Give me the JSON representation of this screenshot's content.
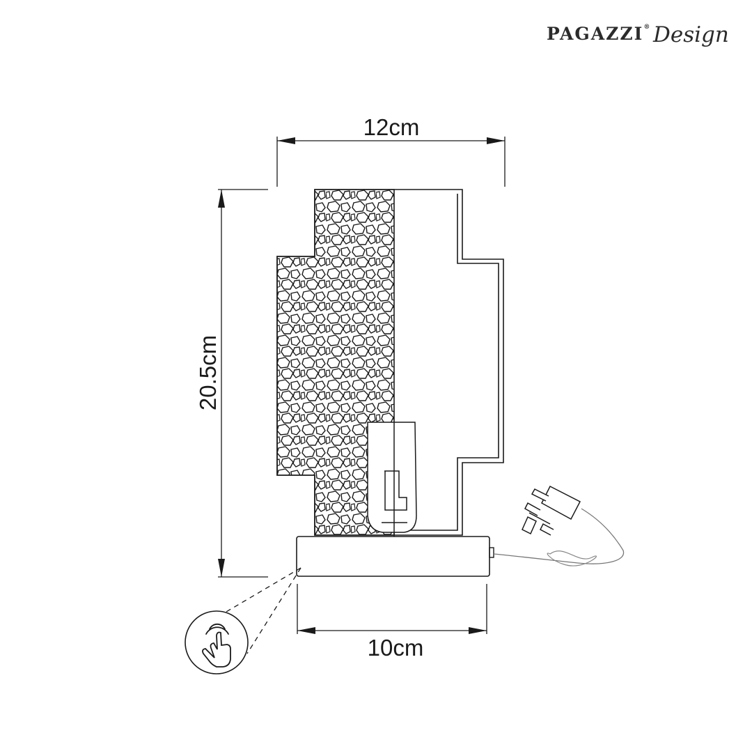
{
  "brand": {
    "name": "PAGAZZI",
    "trademark": "®",
    "script": "Design"
  },
  "dimensions": {
    "width_top": "12cm",
    "height": "20.5cm",
    "width_base": "10cm"
  },
  "colors": {
    "line": "#1a1a1a",
    "background": "#ffffff"
  },
  "icons": {
    "touch": "touch-switch-icon",
    "plug": "uk-plug-icon"
  }
}
